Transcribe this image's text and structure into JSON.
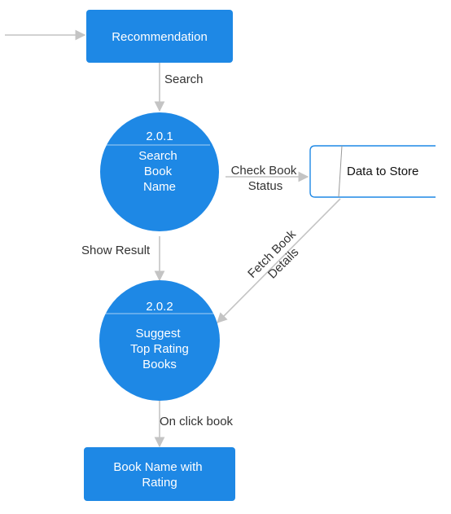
{
  "nodes": {
    "recommendation": {
      "label": "Recommendation"
    },
    "process_1": {
      "id": "2.0.1",
      "lines": [
        "Search",
        "Book",
        "Name"
      ]
    },
    "process_2": {
      "id": "2.0.2",
      "lines": [
        "Suggest",
        "Top Rating",
        "Books"
      ]
    },
    "data_store": {
      "label": "Data to Store"
    },
    "result": {
      "lines": [
        "Book Name with",
        "Rating"
      ]
    }
  },
  "edges": {
    "search": {
      "label": "Search"
    },
    "check_status": {
      "lines": [
        "Check Book",
        "Status"
      ]
    },
    "show_result": {
      "label": "Show Result"
    },
    "fetch_details": {
      "lines": [
        "Fetch Book",
        "Details"
      ]
    },
    "on_click": {
      "label": "On click book"
    }
  },
  "colors": {
    "node_fill": "#1e88e5",
    "edge": "#c4c4c4",
    "store_border": "#1e88e5"
  }
}
